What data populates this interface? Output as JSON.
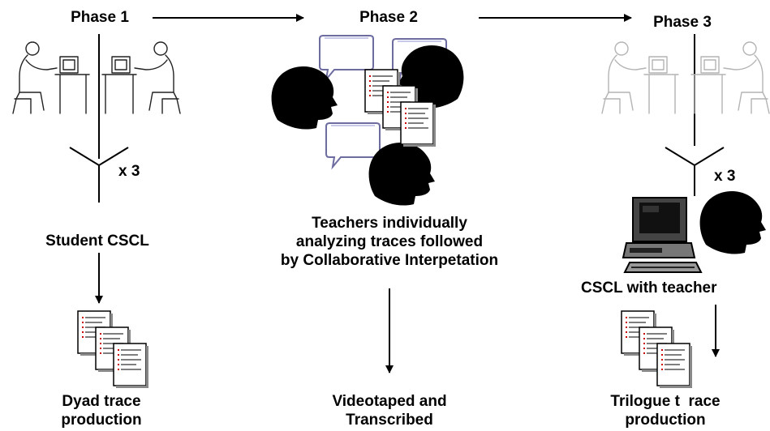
{
  "phase1": {
    "title": "Phase 1",
    "multiplier": "x 3",
    "activity": "Student CSCL",
    "output_line1": "Dyad trace",
    "output_line2": "production"
  },
  "phase2": {
    "title": "Phase 2",
    "activity_line1": "Teachers individually",
    "activity_line2": "analyzing traces followed",
    "activity_line3": "by Collaborative Interpetation",
    "output_line1": "Videotaped and",
    "output_line2": "Transcribed"
  },
  "phase3": {
    "title": "Phase 3",
    "multiplier": "x 3",
    "activity": "CSCL with teacher",
    "output_line1": "Trilogue t  race",
    "output_line2": "production"
  },
  "icons": [
    "people-at-computers-icon",
    "head-silhouette-icon",
    "speech-bubble-icon",
    "document-stack-icon",
    "computer-icon"
  ]
}
